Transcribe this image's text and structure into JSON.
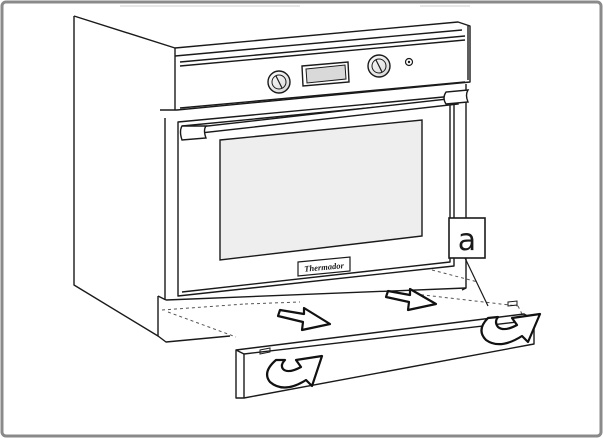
{
  "figure": {
    "brand_label": "Thermador",
    "callout_label": "a"
  },
  "colors": {
    "frame": "#8a8a8a",
    "line": "#1a1a1a",
    "glass": "#eeeeee",
    "arrow_fill": "#ffffff",
    "arrow_stroke": "#111111"
  },
  "icons": {
    "push_arrows": "straight-arrow",
    "rotate_arrows": "curved-rotate-arrow"
  }
}
